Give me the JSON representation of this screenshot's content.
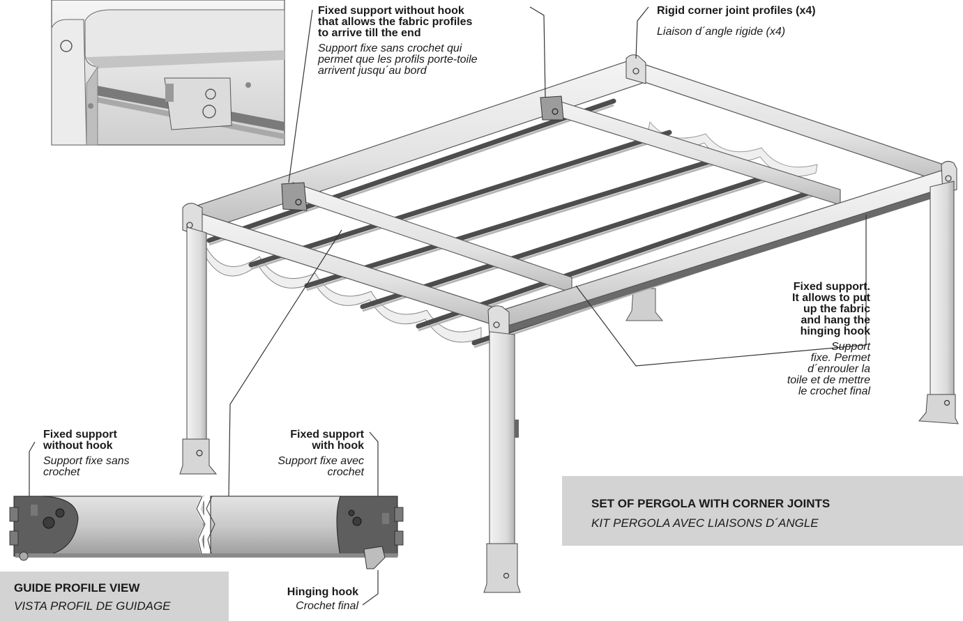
{
  "callouts": {
    "fixed_support_without_hook_top": {
      "en": [
        "Fixed support without hook",
        "that allows the fabric profiles",
        "to arrive till the end"
      ],
      "fr": [
        "Support fixe sans crochet qui",
        "permet que les profils porte-toile",
        "arrivent jusqu´au bord"
      ]
    },
    "rigid_corner_joint": {
      "en": [
        "Rigid corner joint profiles (x4)"
      ],
      "fr": [
        "Liaison d´angle rigide (x4)"
      ]
    },
    "fixed_support_right": {
      "en": [
        "Fixed support.",
        "It allows to put",
        "up the fabric",
        "and hang the",
        "hinging hook"
      ],
      "fr": [
        "Support",
        "fixe. Permet",
        "d´enrouler la",
        "toile et de mettre",
        "le crochet final"
      ]
    },
    "fixed_support_without_hook_bottom": {
      "en": [
        "Fixed support",
        "without hook"
      ],
      "fr": [
        "Support fixe sans",
        "crochet"
      ]
    },
    "fixed_support_with_hook": {
      "en": [
        "Fixed support",
        "with hook"
      ],
      "fr": [
        "Support fixe avec",
        "crochet"
      ]
    },
    "hinging_hook": {
      "en": [
        "Hinging hook"
      ],
      "fr": [
        "Crochet final"
      ]
    }
  },
  "boxes": {
    "set_of_pergola": {
      "title": "SET OF PERGOLA WITH CORNER JOINTS",
      "subtitle": "KIT PERGOLA AVEC LIAISONS D´ANGLE"
    },
    "guide_profile_view": {
      "title": "GUIDE PROFILE VIEW",
      "subtitle": "VISTA PROFIL DE GUIDAGE"
    }
  },
  "colors": {
    "frame_light": "#eeeeee",
    "frame_shade": "#bdbdbd",
    "outline": "#4a4a4a",
    "box_fill": "#d3d3d3",
    "dark_metal": "#5a5a5a"
  }
}
